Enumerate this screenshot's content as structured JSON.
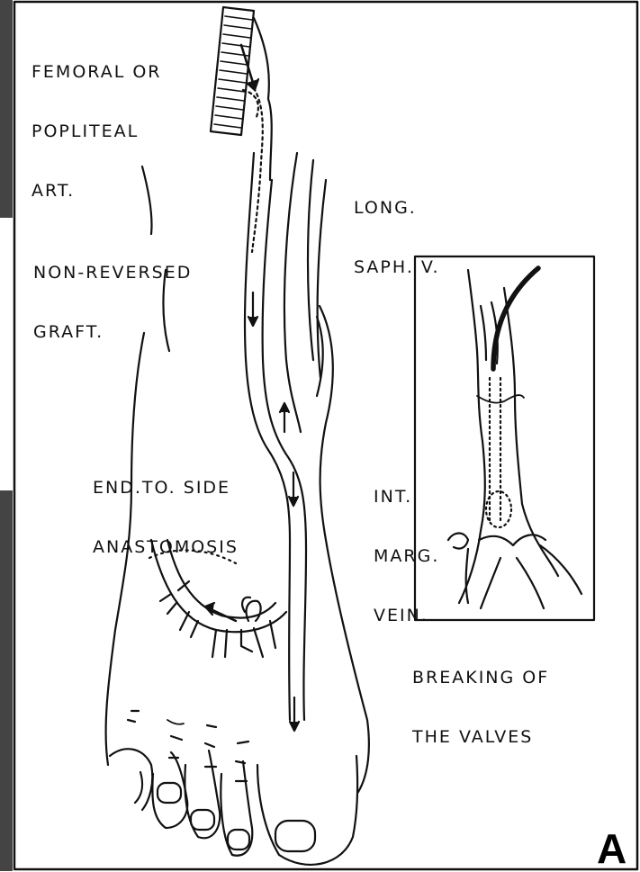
{
  "labels": {
    "femoral": [
      "FEMORAL OR",
      "POPLITEAL",
      "ART."
    ],
    "saph": [
      "LONG.",
      "SAPH. V."
    ],
    "graft": [
      "NON-REVERSED",
      "GRAFT."
    ],
    "anastomosis": [
      "END.TO. SIDE",
      "ANASTOMOSIS"
    ],
    "marg_vein": [
      "INT.",
      "MARG.",
      "VEIN."
    ],
    "breaking": [
      "BREAKING OF",
      "THE VALVES"
    ]
  },
  "panel_letter": "A"
}
